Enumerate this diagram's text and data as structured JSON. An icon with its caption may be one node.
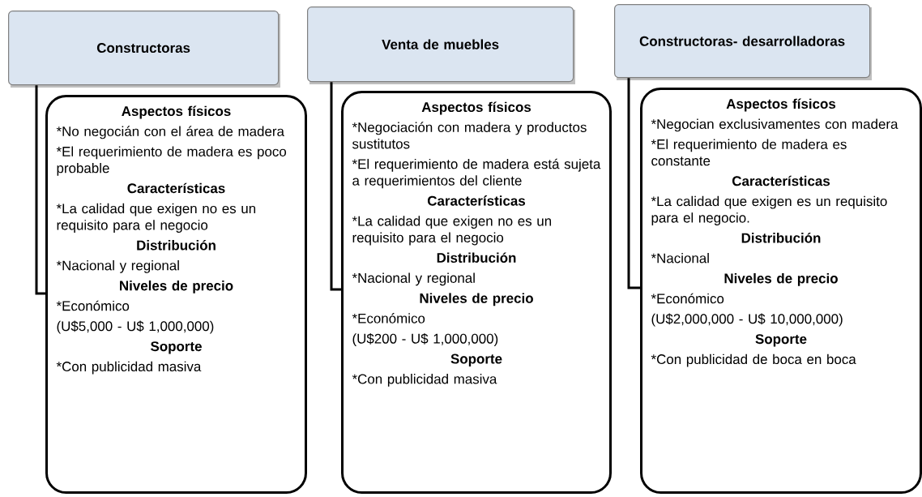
{
  "diagram": {
    "nodes": [
      {
        "text": [
          "Constructoras"
        ]
      },
      {
        "text": [
          "Aspectos físicos",
          "*No negocián con el área de madera",
          "*El requerimiento de madera es poco probable",
          "Características",
          "*La calidad que exigen no es un requisito para el negocio",
          "Distribución",
          "*Nacional y regional",
          "Niveles de precio",
          "*Económico",
          "(U$5,000 - U$ 1,000,000)",
          "Soporte",
          "*Con publicidad masiva"
        ]
      },
      {
        "text": [
          "Venta de muebles"
        ]
      },
      {
        "text": [
          "Aspectos físicos",
          "*Negociación con madera y productos sustitutos",
          "*El requerimiento de madera está sujeta a requerimientos del cliente",
          "Características",
          "*La calidad que exigen no es un requisito para el negocio",
          "Distribución",
          "*Nacional y regional",
          "Niveles de precio",
          "*Económico",
          "(U$200 - U$ 1,000,000)",
          "Soporte",
          "*Con publicidad masiva"
        ]
      },
      {
        "text": [
          "Constructoras- desarrolladoras"
        ]
      },
      {
        "text": [
          "Aspectos físicos",
          "*Negocian exclusivamentes con madera",
          "*El requerimiento de madera es constante",
          "Características",
          "*La calidad que exigen es un requisito para el negocio.",
          "Distribución",
          "*Nacional",
          "Niveles de precio",
          "*Económico",
          "(U$2,000,000 - U$ 10,000,000)",
          "Soporte",
          "*Con publicidad de boca en boca"
        ]
      }
    ],
    "edges": [
      {
        "from": 0,
        "to": 1,
        "arrow": "none"
      },
      {
        "from": 2,
        "to": 3,
        "arrow": "none"
      },
      {
        "from": 4,
        "to": 5,
        "arrow": "none"
      }
    ]
  }
}
